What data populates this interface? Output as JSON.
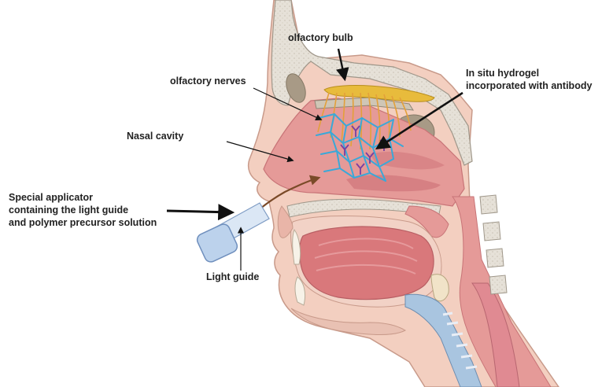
{
  "labels": {
    "olfactory_bulb": "olfactory bulb",
    "olfactory_nerves": "olfactory nerves",
    "hydrogel_line1": "In situ hydrogel",
    "hydrogel_line2": "incorporated with antibody",
    "nasal_cavity": "Nasal cavity",
    "applicator_line1": "Special applicator",
    "applicator_line2": "containing the light guide",
    "applicator_line3": "and polymer precursor solution",
    "light_guide": "Light guide"
  },
  "colors": {
    "skin": "#f3cfc0",
    "skin_edge": "#c89a8a",
    "mucosa": "#e59a98",
    "mucosa_dark": "#d0757a",
    "bone": "#e6e1d8",
    "bone_edge": "#9f978a",
    "sinus": "#a89a86",
    "nerve": "#e3a03a",
    "bulb": "#e8bb3c",
    "hydrogel": "#3aa8d8",
    "antibody": "#7a3fa0",
    "arrow": "#111111",
    "guide": "#7a4a28",
    "applicator": "#bcd2ec",
    "airway": "#a9c5e0"
  }
}
